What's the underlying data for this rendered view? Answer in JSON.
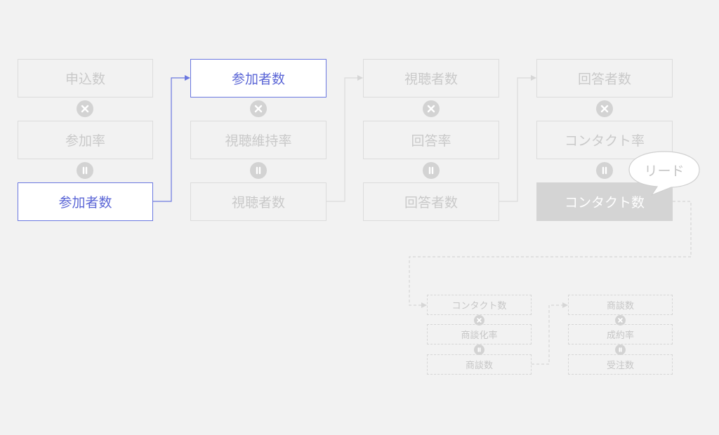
{
  "stages": [
    {
      "items": [
        "申込数",
        "参加率",
        "参加者数"
      ]
    },
    {
      "items": [
        "参加者数",
        "視聴維持率",
        "視聴者数"
      ]
    },
    {
      "items": [
        "視聴者数",
        "回答率",
        "回答者数"
      ]
    },
    {
      "items": [
        "回答者数",
        "コンタクト率",
        "コンタクト数"
      ]
    }
  ],
  "lead_label": "リード",
  "sub_stages": [
    {
      "items": [
        "コンタクト数",
        "商談化率",
        "商談数"
      ]
    },
    {
      "items": [
        "商談数",
        "成約率",
        "受注数"
      ]
    }
  ],
  "colors": {
    "highlight": "#5b66d6",
    "muted": "#c9c9c9",
    "filled": "#d4d4d4"
  }
}
